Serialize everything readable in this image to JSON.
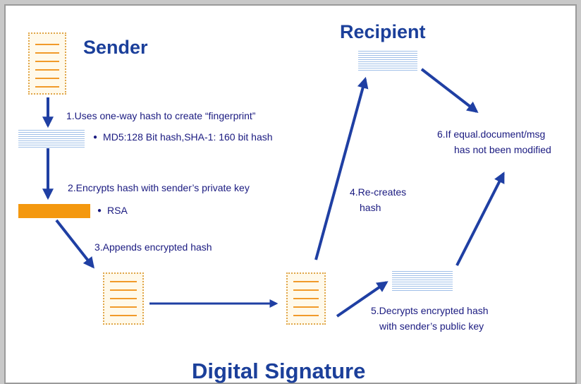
{
  "titles": {
    "sender": "Sender",
    "recipient": "Recipient",
    "main": "Digital Signature"
  },
  "steps": {
    "step1": "1.Uses one-way hash to create “fingerprint”",
    "bullet_hash": "MD5:128 Bit hash,SHA-1: 160 bit hash",
    "step2": "2.Encrypts hash with sender’s private key",
    "bullet_rsa": "RSA",
    "step3": "3.Appends encrypted hash",
    "step4_line1": "4.Re-creates",
    "step4_line2": "hash",
    "step5_line1": "5.Decrypts encrypted hash",
    "step5_line2": "with sender’s public key",
    "step6_line1": "6.If equal.document/msg",
    "step6_line2": "has not been modified"
  },
  "colors": {
    "title": "#1b3f9a",
    "text": "#1a1a80",
    "arrow": "#1f3fa3",
    "encrypted_bar": "#f4980f",
    "document_line": "#f19a2a",
    "hash_line": "#9fbfe8"
  }
}
